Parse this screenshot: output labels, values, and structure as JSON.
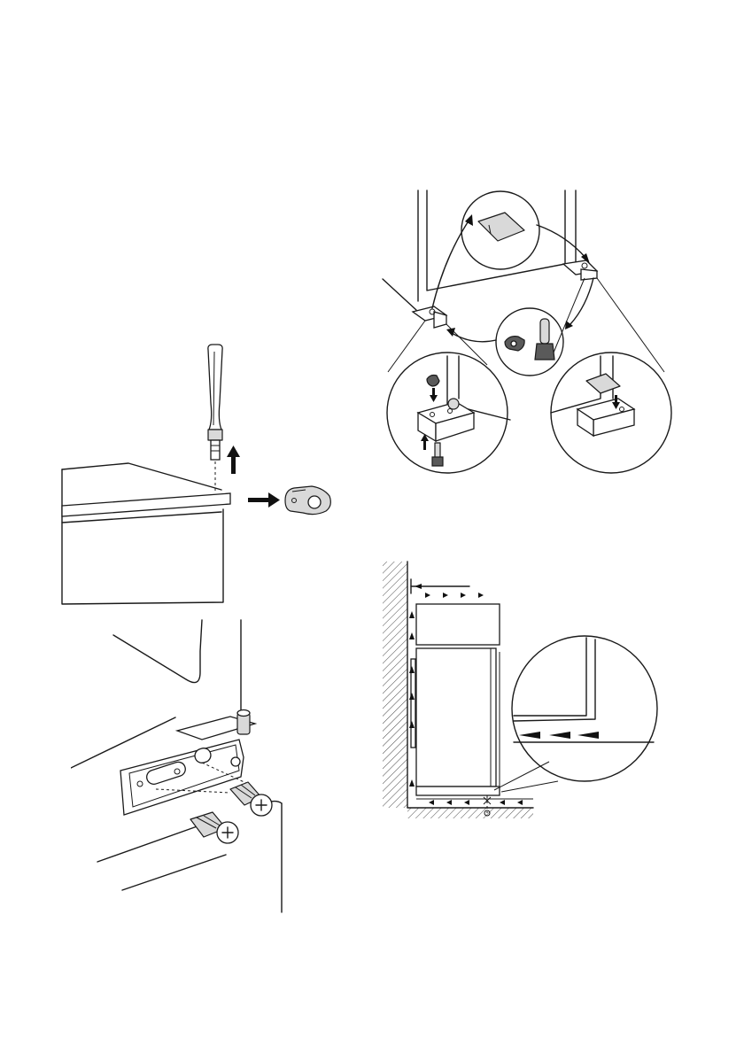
{
  "page": {
    "background": "#ffffff",
    "line_color": "#1a1a1a",
    "part_fill": "#d9d9d9",
    "figures": [
      "fig-1-hinge-cap-removal",
      "fig-2-hinge-part-swap",
      "fig-3-lower-hinge-screws",
      "fig-4-ventilation-airflow"
    ]
  }
}
